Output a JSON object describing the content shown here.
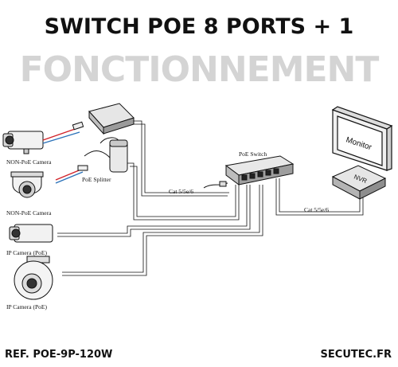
{
  "header": {
    "title": "SWITCH POE 8 PORTS + 1",
    "subtitle": "FONCTIONNEMENT"
  },
  "diagram": {
    "labels": {
      "poe_switch": "PoE Switch",
      "monitor": "Monitor",
      "nvr": "NVR",
      "poe_splitter": "PoE Splitter",
      "cable_left": "Cat 5/5e/6",
      "cable_right": "Cat 5/5e/6",
      "cam1": "NON-PoE Camera",
      "cam2": "NON-PoE Camera",
      "cam3": "IP Camera (PoE)",
      "cam4": "IP Camera (PoE)"
    },
    "colors": {
      "line": "#111111",
      "accent_red": "#d2232a",
      "accent_blue": "#2b72b9",
      "title_gray": "#d4d4d4"
    }
  },
  "footer": {
    "ref": "REF. POE-9P-120W",
    "site": "SECUTEC.FR"
  }
}
